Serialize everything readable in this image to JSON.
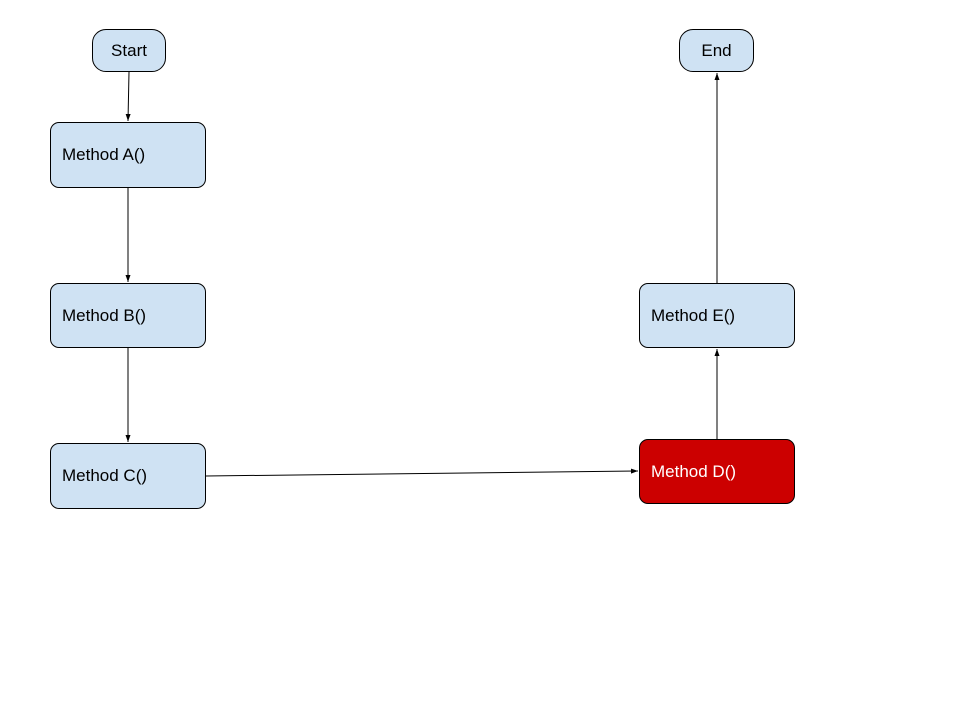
{
  "diagram": {
    "nodes": {
      "start": "Start",
      "method_a": "Method A()",
      "method_b": "Method B()",
      "method_c": "Method C()",
      "method_d": "Method D()",
      "method_e": "Method E()",
      "end": "End"
    },
    "edges": [
      {
        "from": "Start",
        "to": "Method A()"
      },
      {
        "from": "Method A()",
        "to": "Method B()"
      },
      {
        "from": "Method B()",
        "to": "Method C()"
      },
      {
        "from": "Method C()",
        "to": "Method D()"
      },
      {
        "from": "Method D()",
        "to": "Method E()"
      },
      {
        "from": "Method E()",
        "to": "End"
      }
    ],
    "colors": {
      "node_fill": "#cfe2f3",
      "highlight_fill": "#cc0000",
      "highlight_text": "#ffffff",
      "stroke": "#000000"
    }
  }
}
